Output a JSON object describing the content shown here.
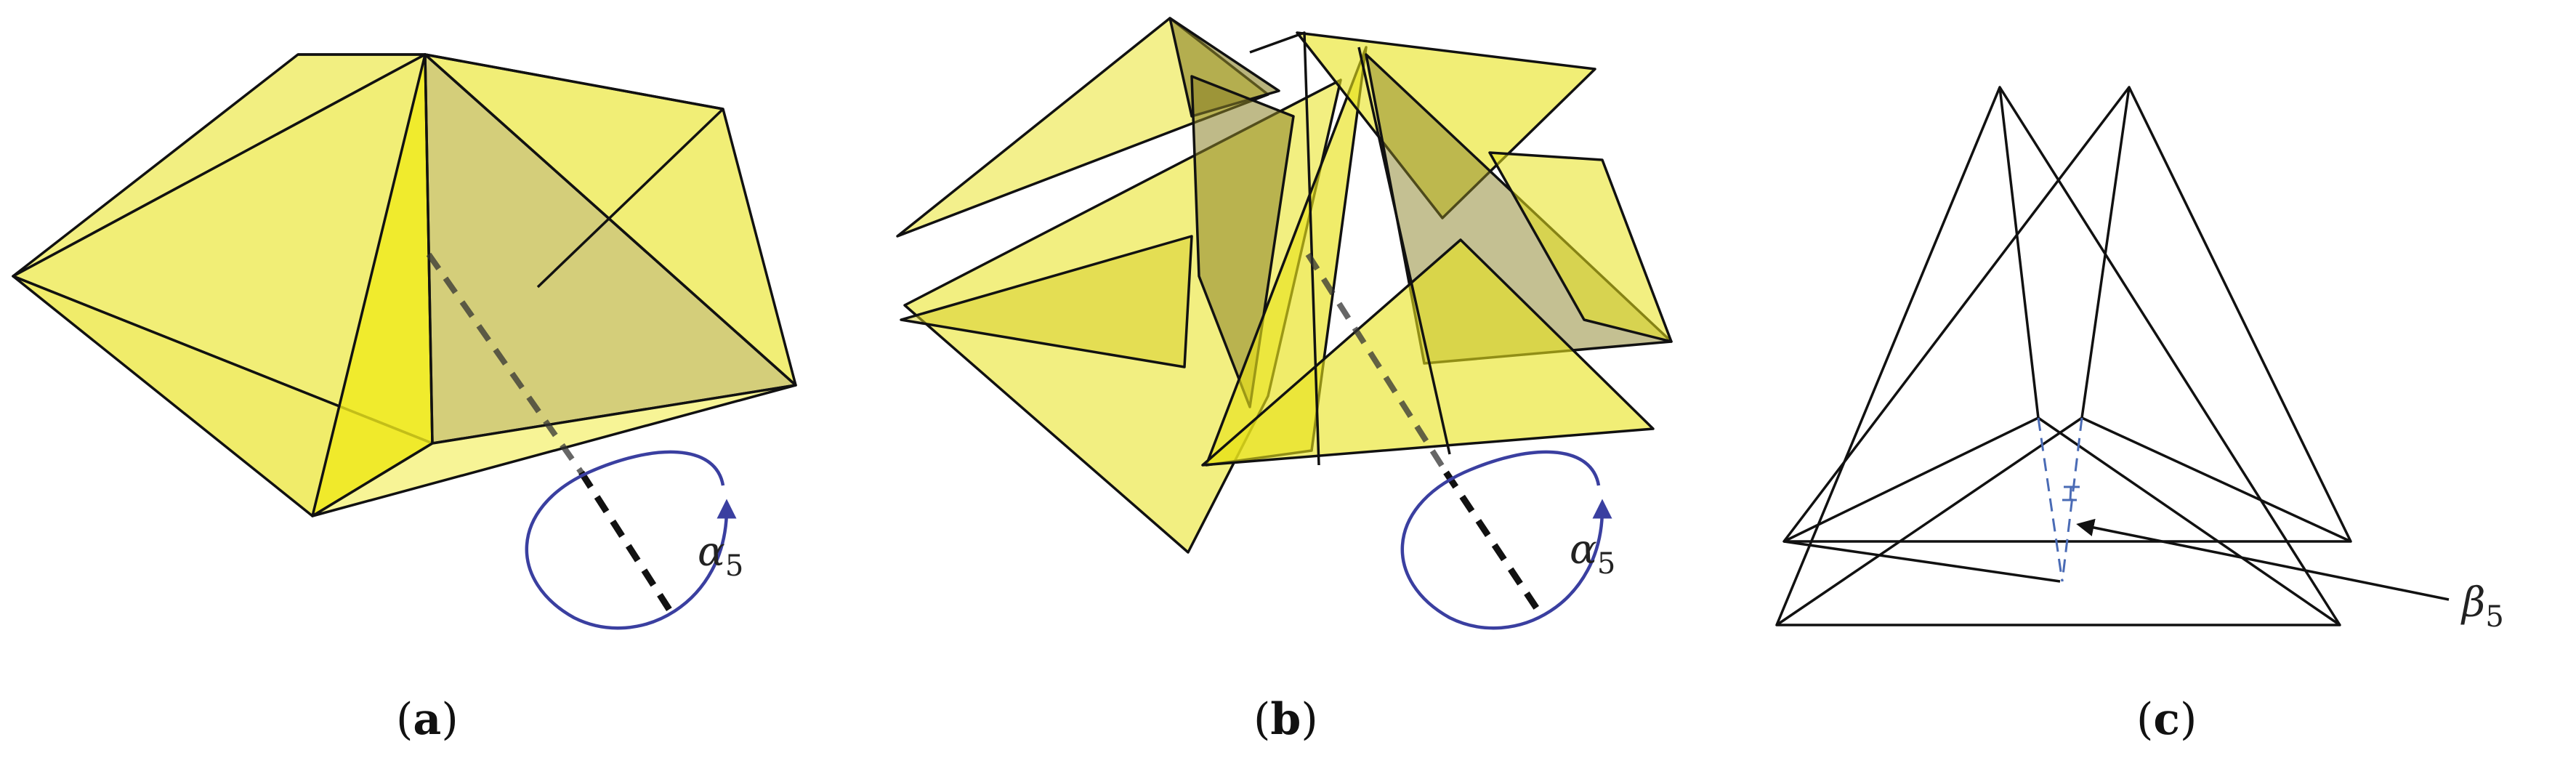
{
  "panels": [
    {
      "id": "a",
      "label_open": "(",
      "label_letter": "a",
      "label_close": ")",
      "annotation_symbol": "α",
      "annotation_subscript": "5"
    },
    {
      "id": "b",
      "label_open": "(",
      "label_letter": "b",
      "label_close": ")",
      "annotation_symbol": "α",
      "annotation_subscript": "5"
    },
    {
      "id": "c",
      "label_open": "(",
      "label_letter": "c",
      "label_close": ")",
      "annotation_symbol": "β",
      "annotation_subscript": "5"
    }
  ],
  "colors": {
    "face_fill": "#e8e21a",
    "face_fill_light": "#f3ef6a",
    "face_fill_dark": "#b7ae22",
    "edge": "#111111",
    "rotation_arrow": "#3a3fa0",
    "angle_guide": "#4a6bb5"
  }
}
